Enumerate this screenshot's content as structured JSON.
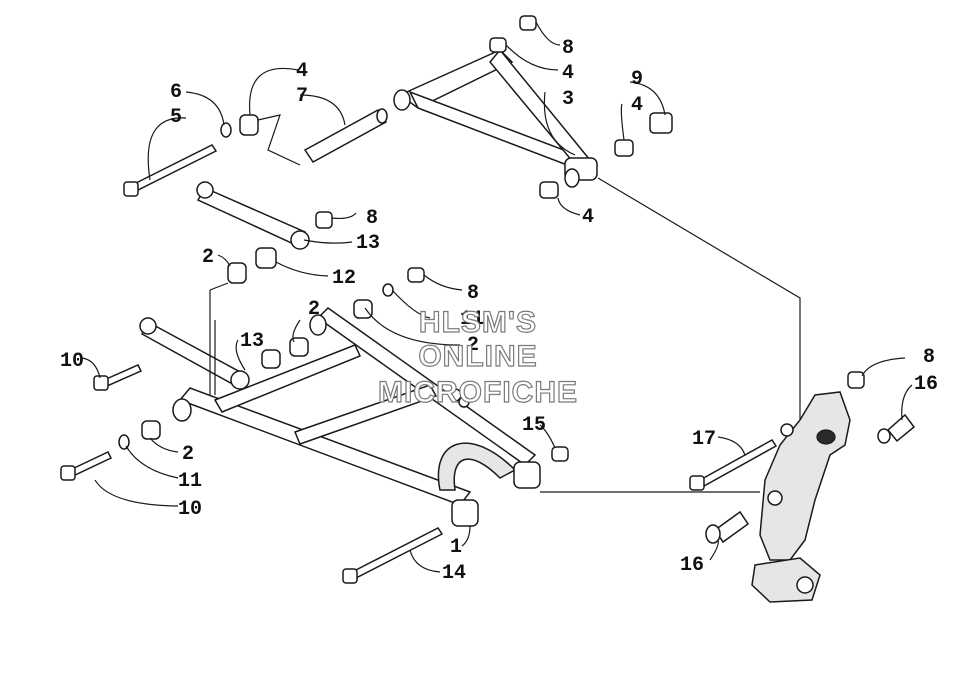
{
  "watermark": {
    "line1": "HLSM'S",
    "line2": "ONLINE",
    "line3": "MICROFICHE"
  },
  "callouts": [
    "8",
    "4",
    "9",
    "4",
    "3",
    "6",
    "5",
    "4",
    "7",
    "8",
    "13",
    "4",
    "2",
    "12",
    "8",
    "11",
    "2",
    "2",
    "13",
    "10",
    "8",
    "16",
    "15",
    "17",
    "2",
    "11",
    "10",
    "1",
    "14",
    "16"
  ],
  "colors": {
    "line": "#1a1a1a",
    "watermark_fill": "#ffffff",
    "watermark_stroke": "#7a7a7a"
  }
}
